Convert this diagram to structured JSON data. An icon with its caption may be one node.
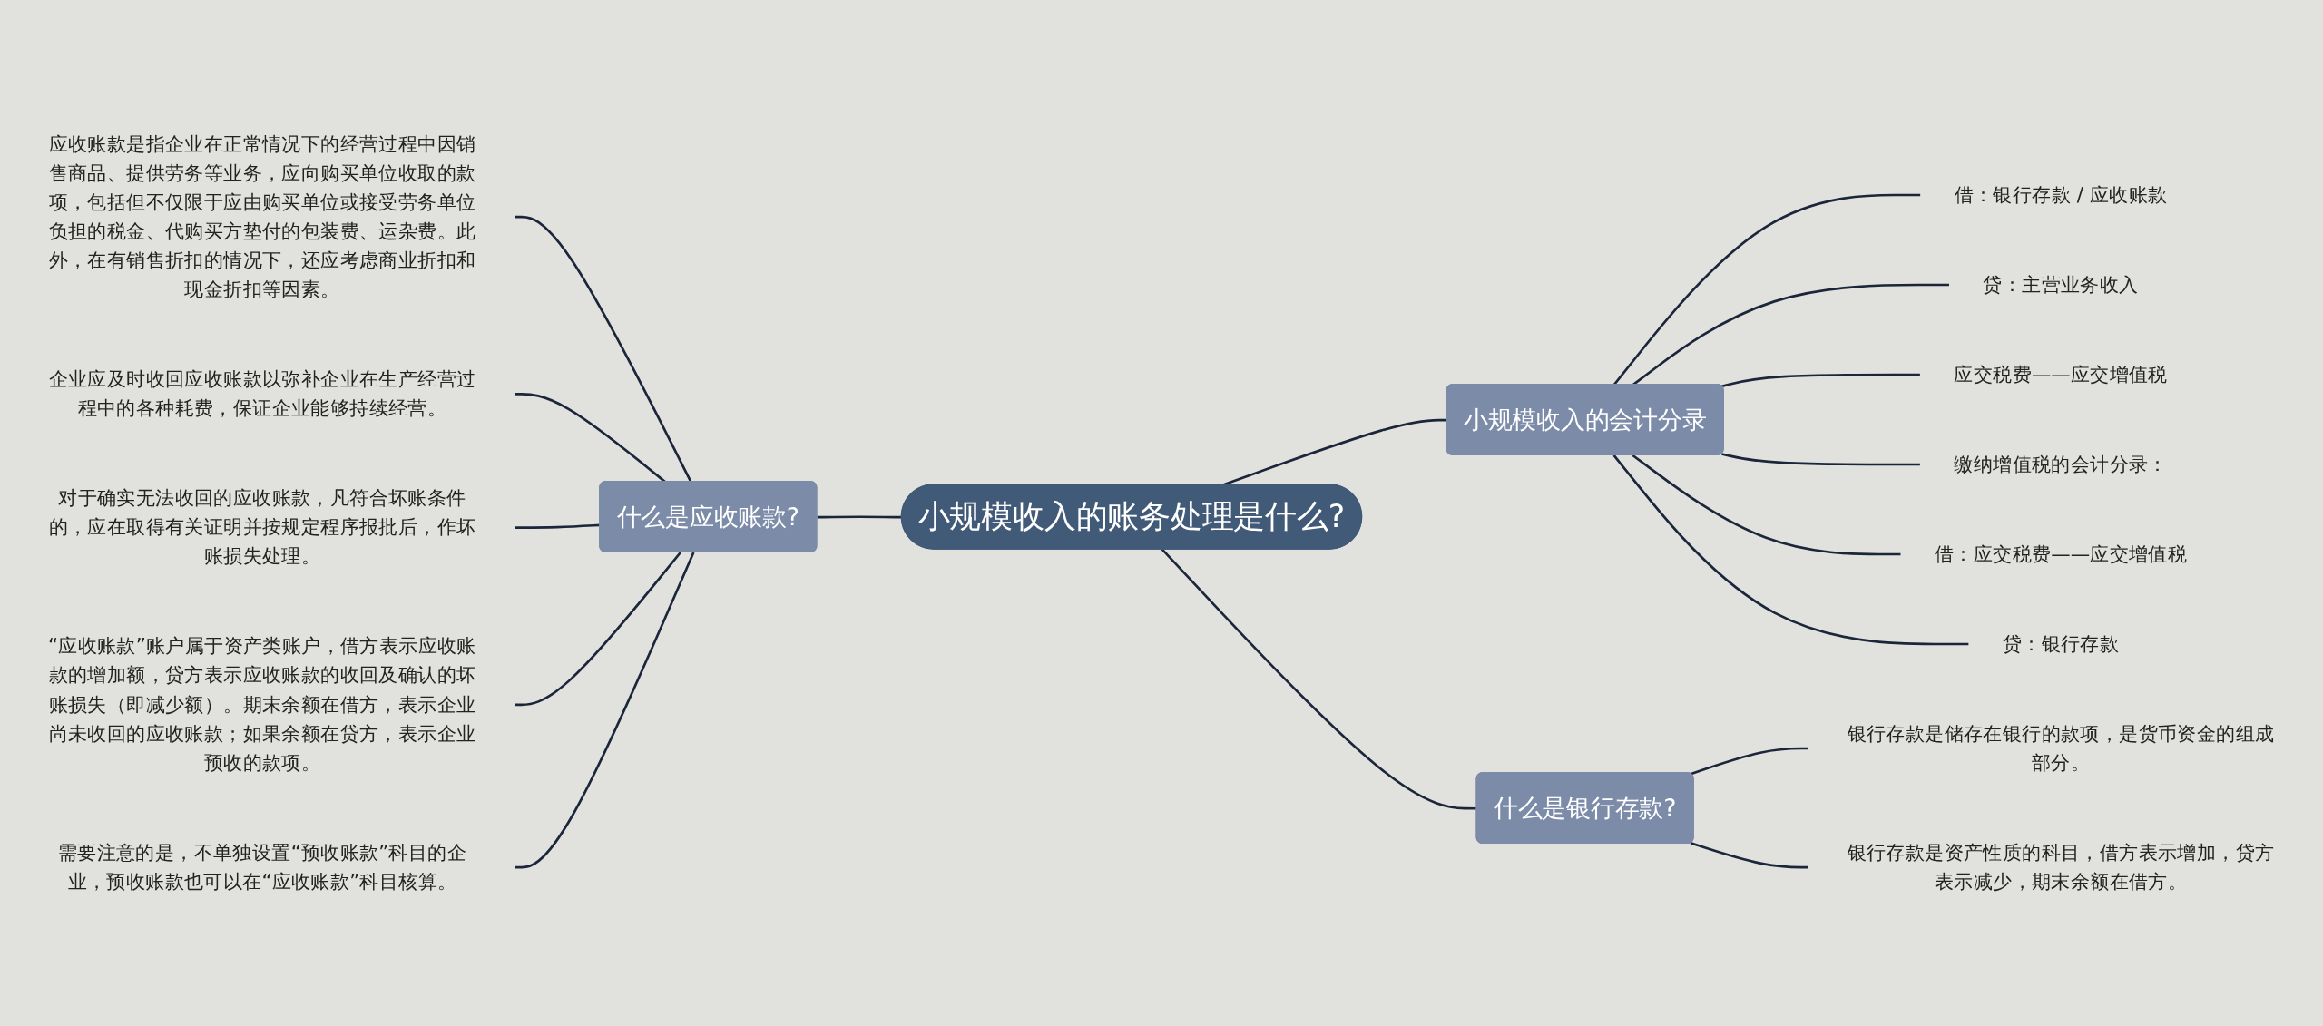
{
  "diagram": {
    "nodes": [
      {
        "text": [
          "小规模收入的账务处理是什么?"
        ]
      },
      {
        "text": [
          "小规模收入的会计分录"
        ]
      },
      {
        "text": [
          "借：银行存款 / 应收账款"
        ]
      },
      {
        "text": [
          "贷：主营业务收入"
        ]
      },
      {
        "text": [
          "应交税费——应交增值税"
        ]
      },
      {
        "text": [
          "缴纳增值税的会计分录："
        ]
      },
      {
        "text": [
          "借：应交税费——应交增值税"
        ]
      },
      {
        "text": [
          "贷：银行存款"
        ]
      },
      {
        "text": [
          "什么是银行存款?"
        ]
      },
      {
        "text": [
          "银行存款是储存在银行的款项，是货币资金的组成部分。"
        ]
      },
      {
        "text": [
          "银行存款是资产性质的科目，借方表示增加，贷方表示减少，期末余额在借方。"
        ]
      },
      {
        "text": [
          "什么是应收账款?"
        ]
      },
      {
        "text": [
          "应收账款是指企业在正常情况下的经营过程中因销售商品、提供劳务等业务，应向购买单位收取的款项，包括但不仅限于应由购买单位或接受劳务单位负担的税金、代购买方垫付的包装费、运杂费。此外，在有销售折扣的情况下，还应考虑商业折扣和现金折扣等因素。"
        ]
      },
      {
        "text": [
          "企业应及时收回应收账款以弥补企业在生产经营过程中的各种耗费，保证企业能够持续经营。"
        ]
      },
      {
        "text": [
          "对于确实无法收回的应收账款，凡符合坏账条件的，应在取得有关证明并按规定程序报批后，作坏账损失处理。"
        ]
      },
      {
        "text": [
          "“应收账款”账户属于资产类账户，借方表示应收账款的增加额，贷方表示应收账款的收回及确认的坏账损失（即减少额）。期末余额在借方，表示企业尚未收回的应收账款；如果余额在贷方，表示企业预收的款项。"
        ]
      },
      {
        "text": [
          "需要注意的是，不单独设置“预收账款”科目的企业，预收账款也可以在“应收账款”科目核算。"
        ]
      }
    ],
    "edges": [
      {
        "from": 0,
        "to": 1,
        "arrow": "none"
      },
      {
        "from": 1,
        "to": 2,
        "arrow": "none"
      },
      {
        "from": 1,
        "to": 3,
        "arrow": "none"
      },
      {
        "from": 1,
        "to": 4,
        "arrow": "none"
      },
      {
        "from": 1,
        "to": 5,
        "arrow": "none"
      },
      {
        "from": 1,
        "to": 6,
        "arrow": "none"
      },
      {
        "from": 1,
        "to": 7,
        "arrow": "none"
      },
      {
        "from": 0,
        "to": 8,
        "arrow": "none"
      },
      {
        "from": 8,
        "to": 9,
        "arrow": "none"
      },
      {
        "from": 8,
        "to": 10,
        "arrow": "none"
      },
      {
        "from": 11,
        "to": 0,
        "arrow": "none"
      },
      {
        "from": 12,
        "to": 11,
        "arrow": "none"
      },
      {
        "from": 13,
        "to": 11,
        "arrow": "none"
      },
      {
        "from": 14,
        "to": 11,
        "arrow": "none"
      },
      {
        "from": 15,
        "to": 11,
        "arrow": "none"
      },
      {
        "from": 16,
        "to": 11,
        "arrow": "none"
      }
    ]
  }
}
